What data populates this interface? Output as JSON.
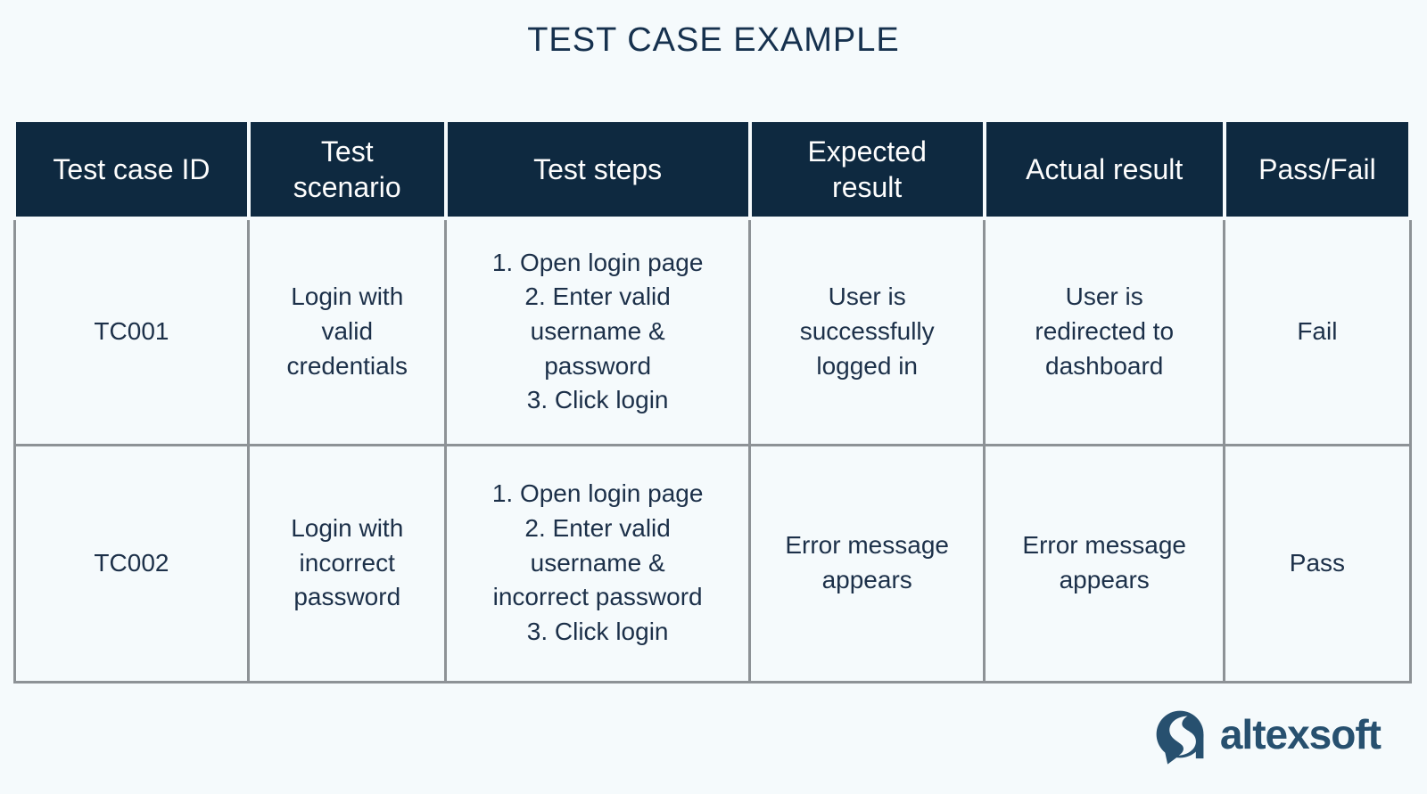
{
  "chart_data": {
    "type": "table",
    "title": "TEST CASE EXAMPLE",
    "columns": [
      "Test case ID",
      "Test scenario",
      "Test steps",
      "Expected result",
      "Actual result",
      "Pass/Fail"
    ],
    "rows": [
      [
        "TC001",
        "Login with valid credentials",
        "1. Open login page\n2. Enter valid username & password\n3. Click login",
        "User is successfully logged in",
        "User is redirected to dashboard",
        "Fail"
      ],
      [
        "TC002",
        "Login with incorrect password",
        "1. Open login page\n2. Enter valid username & incorrect password\n3. Click login",
        "Error message appears",
        "Error message appears",
        "Pass"
      ]
    ],
    "legend_position": "none",
    "grid": "solid gray cell borders, dark header row"
  },
  "display": {
    "header": [
      "Test case ID",
      "Test\nscenario",
      "Test steps",
      "Expected\nresult",
      "Actual result",
      "Pass/Fail"
    ],
    "rows": [
      {
        "id": "TC001",
        "scenario": "Login with\nvalid\ncredentials",
        "steps": "1. Open login page\n2. Enter valid\nusername &\npassword\n3. Click login",
        "expected": "User is\nsuccessfully\nlogged in",
        "actual": "User is\nredirected to\ndashboard",
        "status": "Fail"
      },
      {
        "id": "TC002",
        "scenario": "Login with\nincorrect\npassword",
        "steps": "1. Open login page\n2. Enter valid\nusername &\nincorrect password\n3. Click login",
        "expected": "Error message\nappears",
        "actual": "Error message\nappears",
        "status": "Pass"
      }
    ]
  },
  "logo": {
    "brand": "altexsoft"
  },
  "colors": {
    "page_bg": "#f5fafc",
    "header_bg": "#0e2940",
    "header_text": "#fdfdfd",
    "body_text": "#1c3049",
    "cell_border": "#8d9296",
    "logo_navy": "#27506f"
  }
}
